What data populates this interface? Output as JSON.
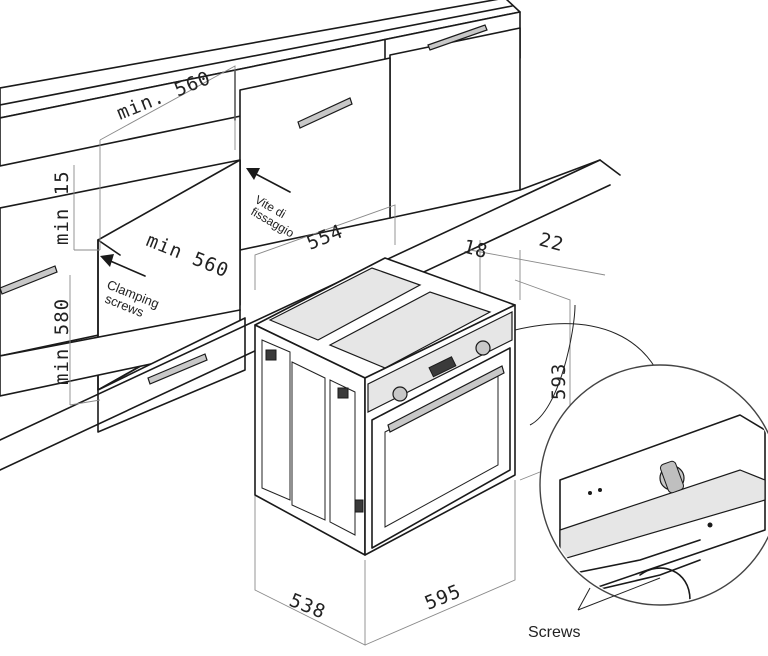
{
  "dimensions": {
    "min_560_top": "min. 560",
    "min_15": "min 15",
    "min_560_inner": "min 560",
    "min_580": "min 580",
    "d554": "554",
    "d18": "18",
    "d22": "22",
    "d593": "593",
    "d538": "538",
    "d595": "595"
  },
  "labels": {
    "vite_line1": "Vite di",
    "vite_line2": "fissaggio",
    "clamping_line1": "Clamping",
    "clamping_line2": "screws",
    "screws": "Screws"
  },
  "colors": {
    "line": "#1a1a1a",
    "dimension": "#8a8a8a",
    "background": "#ffffff"
  }
}
